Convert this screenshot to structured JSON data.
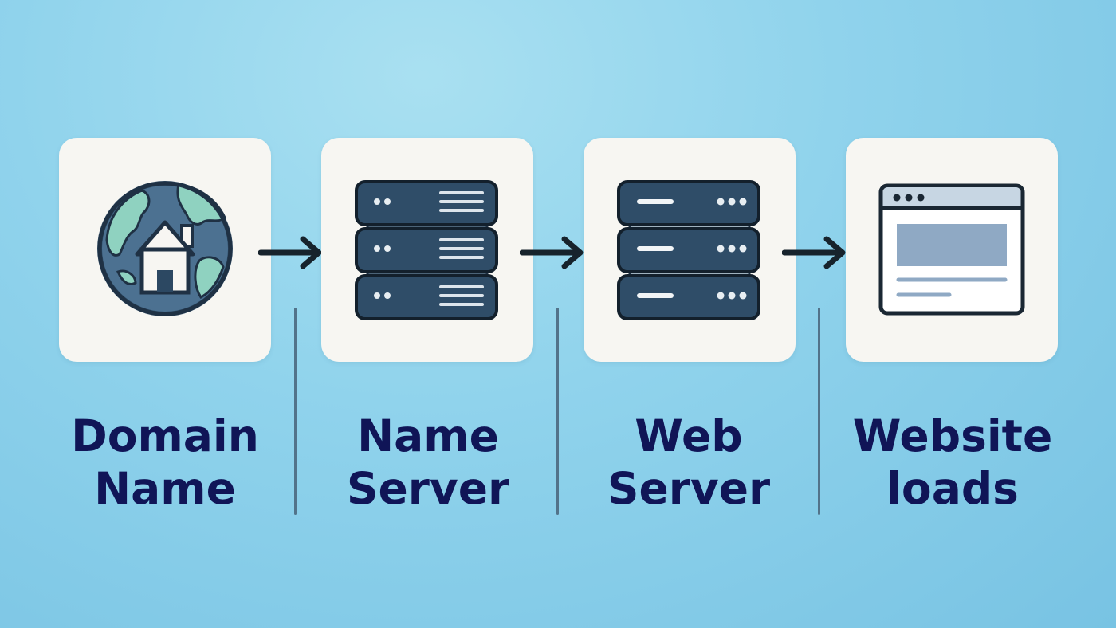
{
  "steps": [
    {
      "line1": "Domain",
      "line2": "Name",
      "icon": "globe-house-icon"
    },
    {
      "line1": "Name",
      "line2": "Server",
      "icon": "server-rack-icon"
    },
    {
      "line1": "Web",
      "line2": "Server",
      "icon": "server-rack-icon"
    },
    {
      "line1": "Website",
      "line2": "loads",
      "icon": "browser-window-icon"
    }
  ],
  "connector_icon": "right-arrow-icon",
  "colors": {
    "background": "#8fd2ec",
    "card": "#f7f6f2",
    "label_text": "#101557",
    "icon_dark": "#2c4862",
    "globe_land": "#8fd2c0",
    "browser_content": "#8fa9c4",
    "divider": "#52738a"
  }
}
